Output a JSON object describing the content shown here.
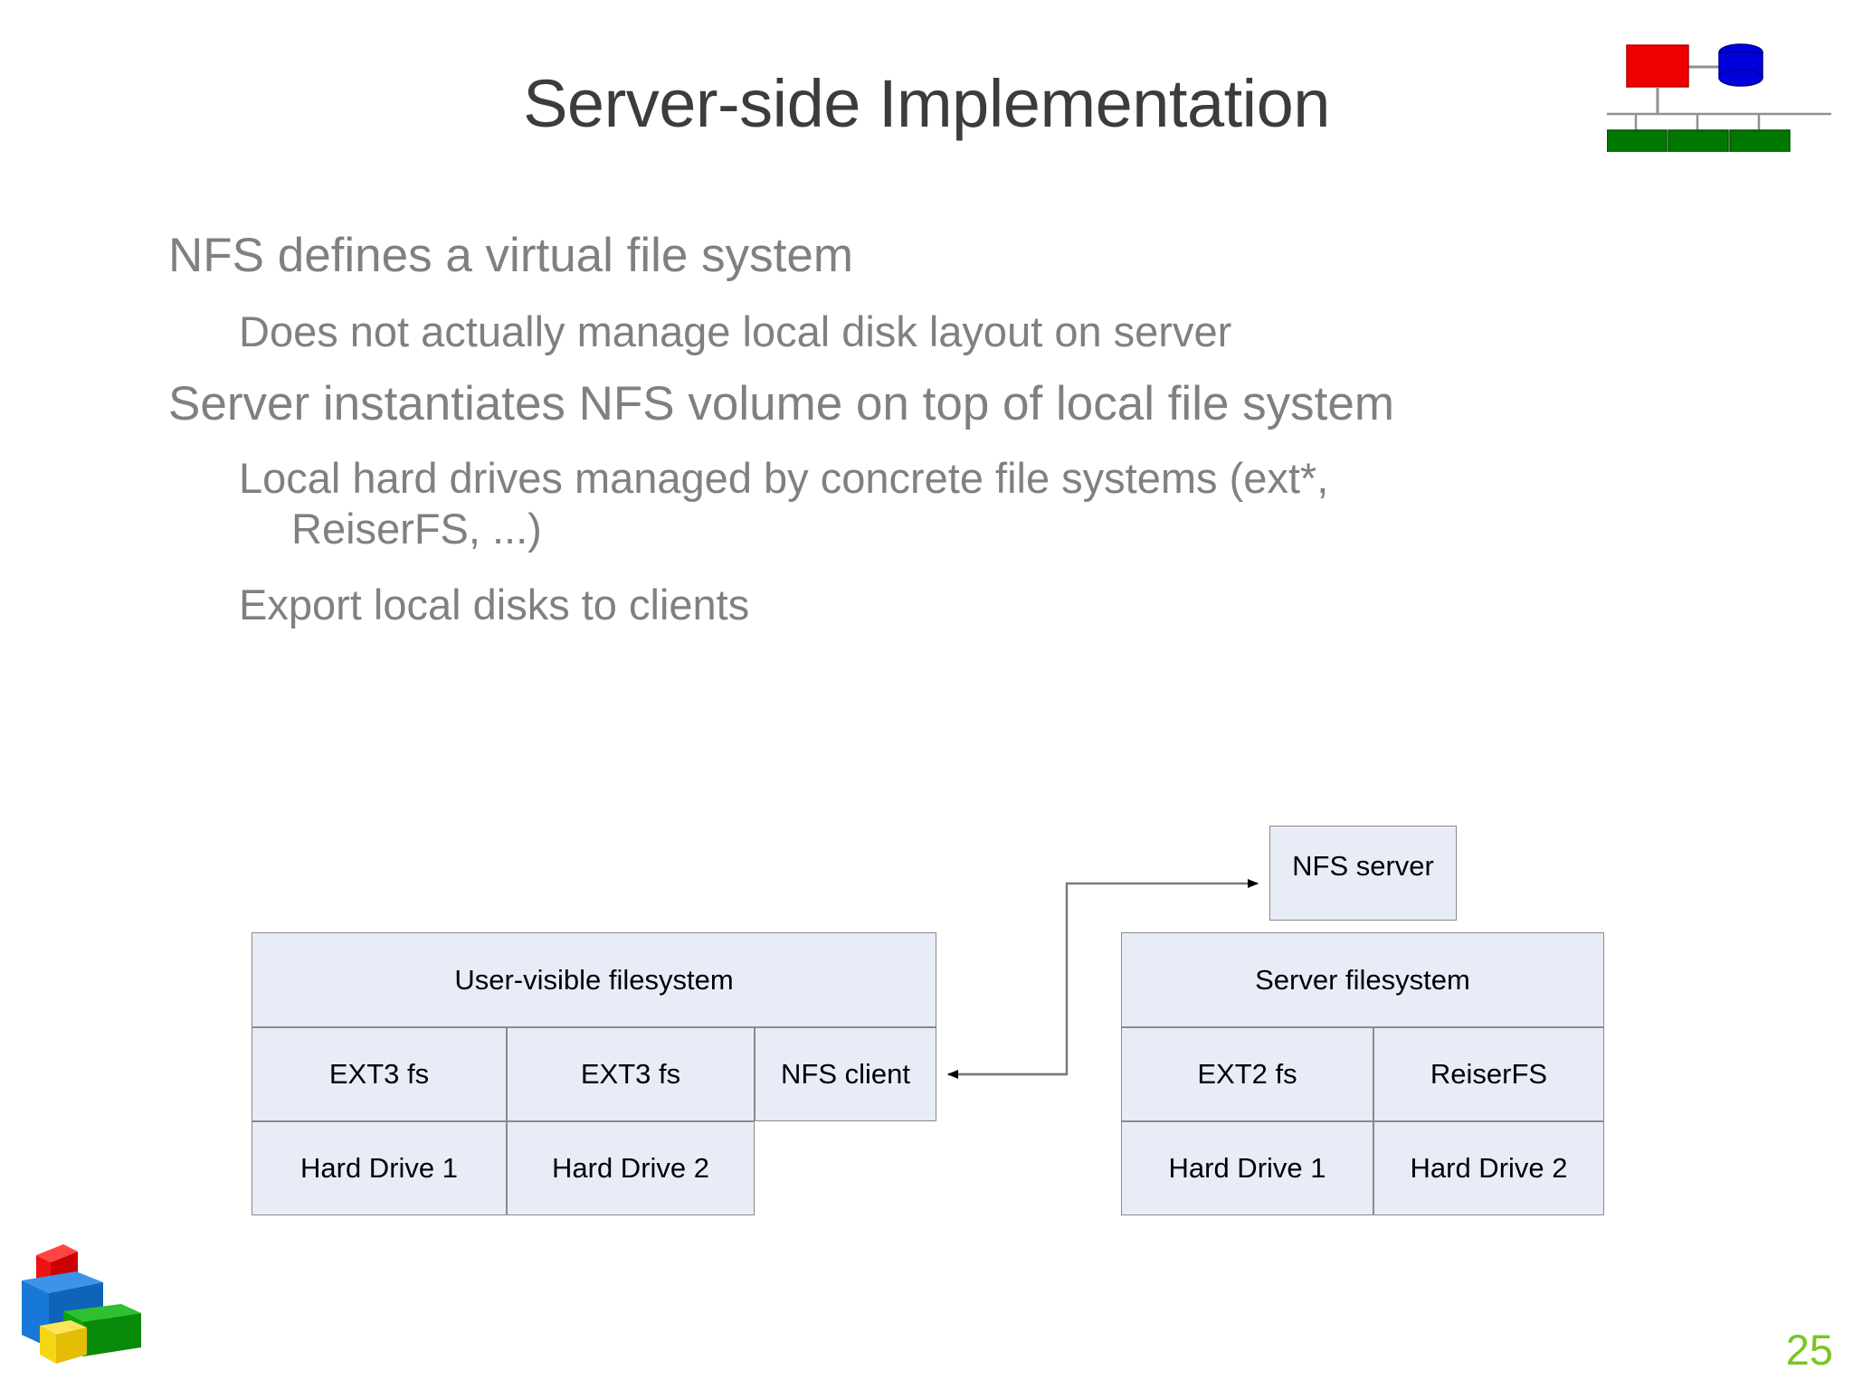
{
  "slide": {
    "title": "Server-side Implementation",
    "page_number": "25",
    "title_color": "#3c3c3c",
    "body_color": "#808080",
    "page_number_color": "#7ac520"
  },
  "bullets": [
    {
      "level": 1,
      "text": "NFS defines a virtual file system"
    },
    {
      "level": 2,
      "text": "Does not actually manage local disk layout on server"
    },
    {
      "level": 1,
      "text": "Server instantiates NFS volume on top of local file system"
    },
    {
      "level": 2,
      "text": "Local hard drives managed by concrete file systems (ext*,",
      "continuation": "ReiserFS, ...)"
    },
    {
      "level": 2,
      "text": "Export local disks to clients"
    }
  ],
  "diagram": {
    "box_fill": "#e8ecf7",
    "box_border": "#8a8a8a",
    "client": {
      "header": "User-visible filesystem",
      "fs_row": [
        "EXT3 fs",
        "EXT3 fs"
      ],
      "nfs": "NFS client",
      "drives": [
        "Hard Drive 1",
        "Hard Drive 2"
      ]
    },
    "server": {
      "nfs": "NFS server",
      "header": "Server filesystem",
      "fs_row": [
        "EXT2 fs",
        "ReiserFS"
      ],
      "drives": [
        "Hard Drive 1",
        "Hard Drive 2"
      ]
    },
    "connector": {
      "from": "NFS client",
      "to": "NFS server",
      "style": "double-headed elbow"
    }
  },
  "logos": {
    "network": {
      "name": "network-diagram-logo",
      "node_colors": [
        "#ee0000",
        "#0000dd",
        "#007800"
      ]
    },
    "cubes": {
      "name": "colored-cubes-logo",
      "cube_colors": [
        "#ee1111",
        "#1878d8",
        "#11a011",
        "#f5d615"
      ]
    }
  }
}
